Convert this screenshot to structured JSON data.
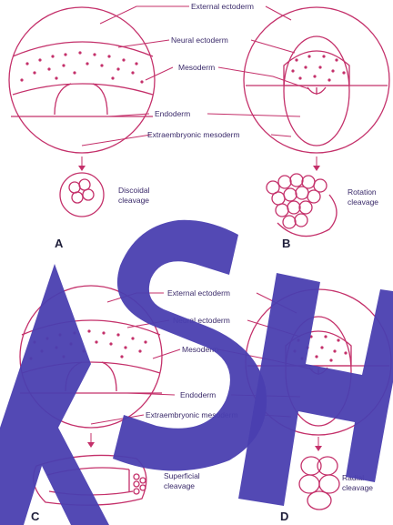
{
  "labels": {
    "external_ectoderm": "External ectoderm",
    "neural_ectoderm": "Neural ectoderm",
    "mesoderm": "Mesoderm",
    "endoderm": "Endoderm",
    "extraembryonic_mesoderm": "Extraembryonic mesoderm"
  },
  "panels": [
    {
      "letter": "A",
      "cleavage_line1": "Discoidal",
      "cleavage_line2": "cleavage"
    },
    {
      "letter": "B",
      "cleavage_line1": "Rotation",
      "cleavage_line2": "cleavage"
    },
    {
      "letter": "C",
      "cleavage_line1": "Superficial",
      "cleavage_line2": "cleavage"
    },
    {
      "letter": "D",
      "cleavage_line1": "Radial",
      "cleavage_line2": "cleavage"
    }
  ],
  "watermark": "ASHI",
  "colors": {
    "line": "#c4306a",
    "watermark": "#4a3fb0",
    "label_text": "#3a2a6a"
  }
}
